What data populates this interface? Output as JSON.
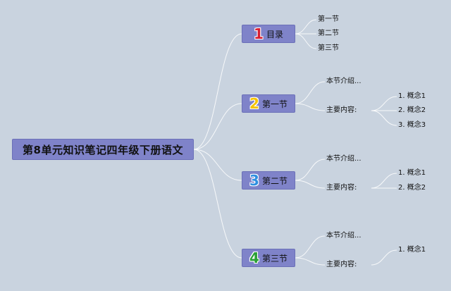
{
  "root": {
    "title": "第8单元知识笔记四年级下册语文"
  },
  "colors": {
    "background": "#c9d3df",
    "node_fill": "#7f83c9",
    "connector": "#ffffff"
  },
  "chapters": [
    {
      "num": "1",
      "num_color": "#d81e32",
      "label": "目录",
      "items": [
        "第一节",
        "第二节",
        "第三节"
      ]
    },
    {
      "num": "2",
      "num_color": "#f5c400",
      "label": "第一节",
      "intro": "本节介绍...",
      "content_label": "主要内容:",
      "concepts": [
        "1. 概念1",
        "2. 概念2",
        "3. 概念3"
      ]
    },
    {
      "num": "3",
      "num_color": "#2f8fe0",
      "label": "第二节",
      "intro": "本节介绍...",
      "content_label": "主要内容:",
      "concepts": [
        "1. 概念1",
        "2. 概念2"
      ]
    },
    {
      "num": "4",
      "num_color": "#2aa036",
      "label": "第三节",
      "intro": "本节介绍...",
      "content_label": "主要内容:",
      "concepts": [
        "1. 概念1"
      ]
    }
  ]
}
